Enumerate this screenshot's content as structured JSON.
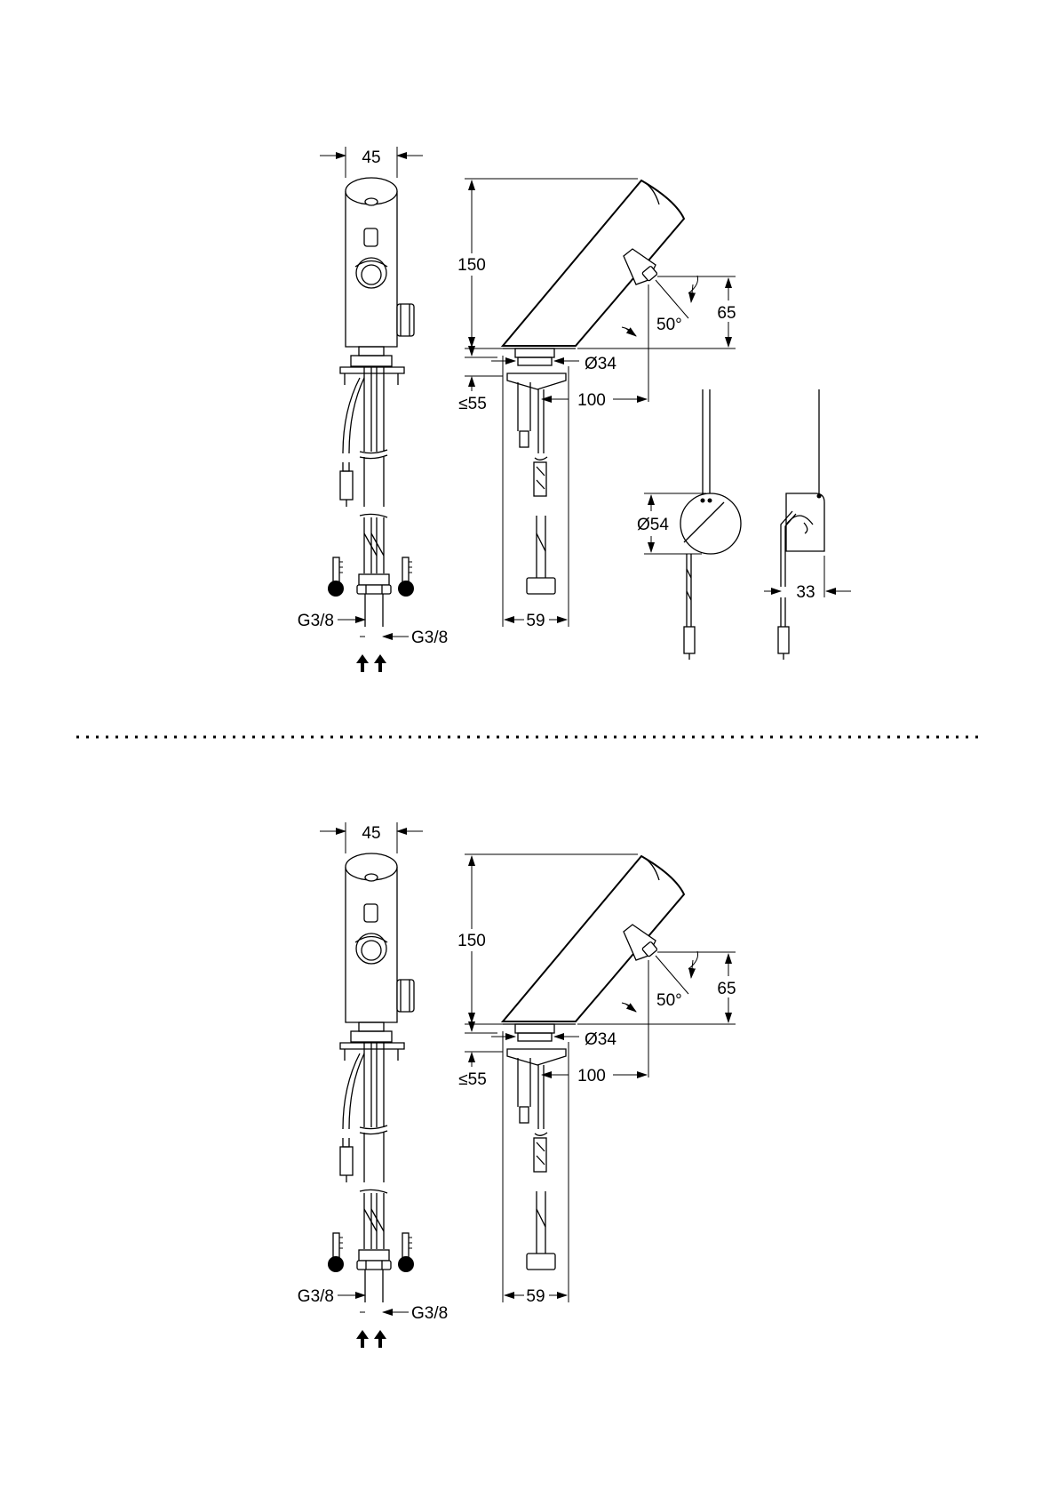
{
  "top_drawing": {
    "width_label": "45",
    "height_label": "150",
    "sensor_height_label": "65",
    "angle_label": "50°",
    "base_diameter_label": "Ø34",
    "deck_thickness_label": "≤55",
    "reach_label": "100",
    "hose_span_label": "59",
    "inlet_left_label": "G3/8",
    "inlet_right_label": "G3/8",
    "box_diameter_label": "Ø54",
    "box_depth_label": "33"
  },
  "bottom_drawing": {
    "width_label": "45",
    "height_label": "150",
    "sensor_height_label": "65",
    "angle_label": "50°",
    "base_diameter_label": "Ø34",
    "deck_thickness_label": "≤55",
    "reach_label": "100",
    "hose_span_label": "59",
    "inlet_left_label": "G3/8",
    "inlet_right_label": "G3/8"
  }
}
